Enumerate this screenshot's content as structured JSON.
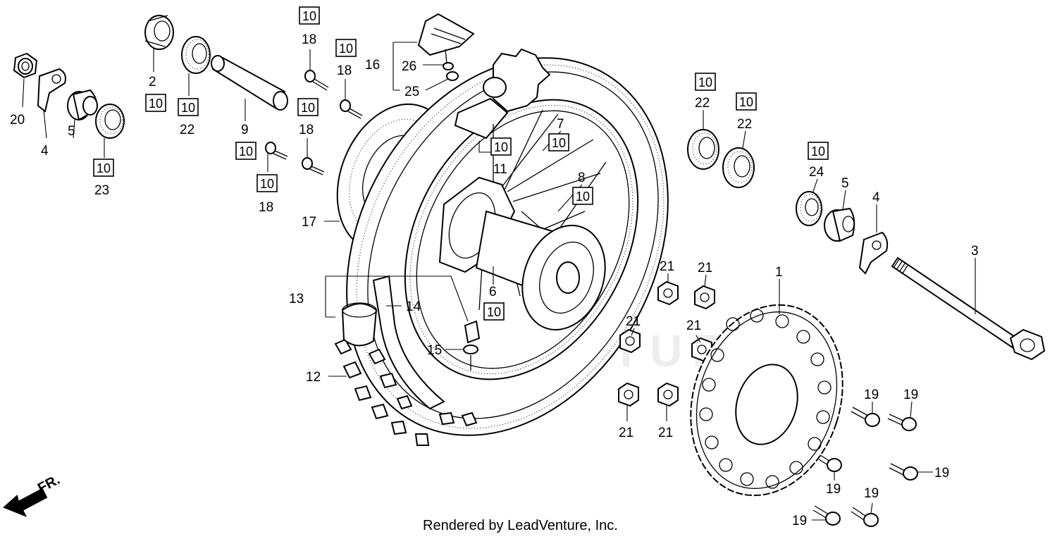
{
  "diagram": {
    "footer": "Rendered by LeadVenture, Inc.",
    "front_label": "FR.",
    "watermark": "ADVENTURE",
    "callouts": [
      {
        "id": "c20",
        "label": "20"
      },
      {
        "id": "c4a",
        "label": "4"
      },
      {
        "id": "c5a",
        "label": "5"
      },
      {
        "id": "c23",
        "label": "23"
      },
      {
        "id": "c2",
        "label": "2"
      },
      {
        "id": "c22a",
        "label": "22"
      },
      {
        "id": "c9",
        "label": "9"
      },
      {
        "id": "c18a",
        "label": "18"
      },
      {
        "id": "c18b",
        "label": "18"
      },
      {
        "id": "c18c",
        "label": "18"
      },
      {
        "id": "c18d",
        "label": "18"
      },
      {
        "id": "c16",
        "label": "16"
      },
      {
        "id": "c26",
        "label": "26"
      },
      {
        "id": "c25",
        "label": "25"
      },
      {
        "id": "c7",
        "label": "7"
      },
      {
        "id": "c11",
        "label": "11"
      },
      {
        "id": "c8",
        "label": "8"
      },
      {
        "id": "c17",
        "label": "17"
      },
      {
        "id": "c13",
        "label": "13"
      },
      {
        "id": "c14",
        "label": "14"
      },
      {
        "id": "c6",
        "label": "6"
      },
      {
        "id": "c15",
        "label": "15"
      },
      {
        "id": "c12",
        "label": "12"
      },
      {
        "id": "c22b",
        "label": "22"
      },
      {
        "id": "c22c",
        "label": "22"
      },
      {
        "id": "c24",
        "label": "24"
      },
      {
        "id": "c5b",
        "label": "5"
      },
      {
        "id": "c4b",
        "label": "4"
      },
      {
        "id": "c3",
        "label": "3"
      },
      {
        "id": "c1",
        "label": "1"
      },
      {
        "id": "c21a",
        "label": "21"
      },
      {
        "id": "c21b",
        "label": "21"
      },
      {
        "id": "c21c",
        "label": "21"
      },
      {
        "id": "c21d",
        "label": "21"
      },
      {
        "id": "c21e",
        "label": "21"
      },
      {
        "id": "c21f",
        "label": "21"
      },
      {
        "id": "c19a",
        "label": "19"
      },
      {
        "id": "c19b",
        "label": "19"
      },
      {
        "id": "c19c",
        "label": "19"
      },
      {
        "id": "c19d",
        "label": "19"
      },
      {
        "id": "c19e",
        "label": "19"
      },
      {
        "id": "c19f",
        "label": "19"
      }
    ],
    "boxed_callouts": [
      {
        "id": "b2",
        "label": "10"
      },
      {
        "id": "b22a",
        "label": "10"
      },
      {
        "id": "b23",
        "label": "10"
      },
      {
        "id": "b9",
        "label": "10"
      },
      {
        "id": "b18a",
        "label": "10"
      },
      {
        "id": "b18b",
        "label": "10"
      },
      {
        "id": "b18c",
        "label": "10"
      },
      {
        "id": "b18d",
        "label": "10"
      },
      {
        "id": "b11",
        "label": "10"
      },
      {
        "id": "b7",
        "label": "10"
      },
      {
        "id": "b8",
        "label": "10"
      },
      {
        "id": "b6",
        "label": "10"
      },
      {
        "id": "b22b",
        "label": "10"
      },
      {
        "id": "b22c",
        "label": "10"
      },
      {
        "id": "b24",
        "label": "10"
      }
    ]
  }
}
